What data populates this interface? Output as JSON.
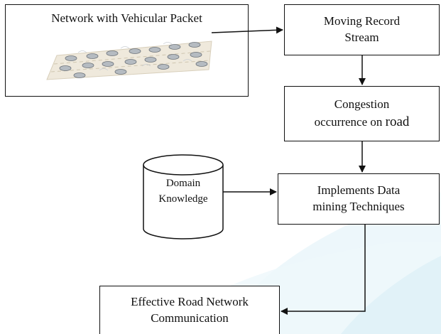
{
  "network_box": {
    "title": "Network with Vehicular  Packet"
  },
  "moving_box": {
    "line1": "Moving Record",
    "line2": "Stream"
  },
  "congestion_box": {
    "line1": "Congestion",
    "line2a": "occurrence on ",
    "line2b": "road"
  },
  "domain_db": {
    "line1": "Domain",
    "line2": "Knowledge"
  },
  "mining_box": {
    "line1": "Implements Data",
    "line2": "mining Techniques"
  },
  "effective_box": {
    "line1": "Effective Road Network",
    "line2": "Communication"
  },
  "colors": {
    "stroke": "#111111",
    "watermark": "#dff0f8",
    "car": "#9aa0a6",
    "road": "#e8e2d4"
  }
}
